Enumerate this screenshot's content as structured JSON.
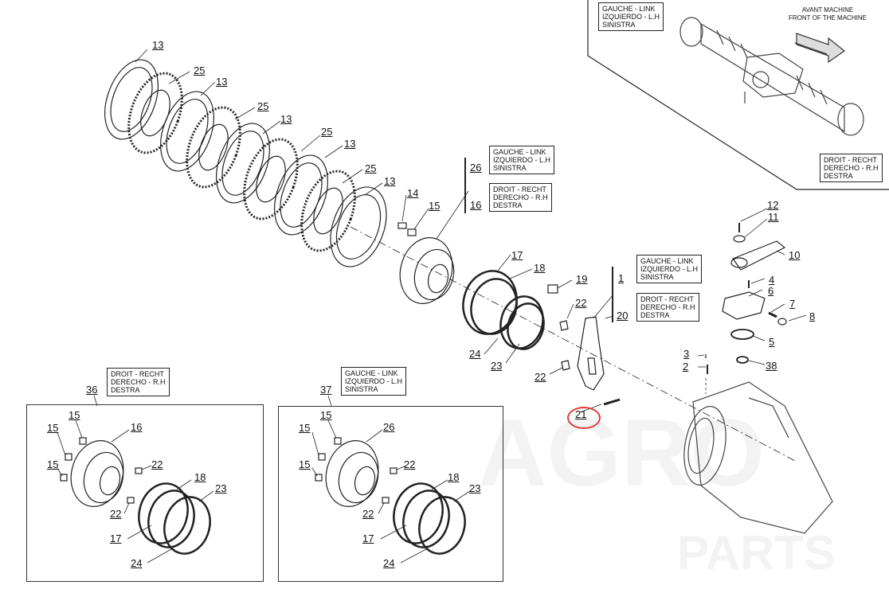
{
  "diagram": {
    "callouts": [
      {
        "id": "c13a",
        "text": "13"
      },
      {
        "id": "c25a",
        "text": "25"
      },
      {
        "id": "c13b",
        "text": "13"
      },
      {
        "id": "c25b",
        "text": "25"
      },
      {
        "id": "c13c",
        "text": "13"
      },
      {
        "id": "c25c",
        "text": "25"
      },
      {
        "id": "c13d",
        "text": "13"
      },
      {
        "id": "c25d",
        "text": "25"
      },
      {
        "id": "c13e",
        "text": "13"
      },
      {
        "id": "c14",
        "text": "14"
      },
      {
        "id": "c15a",
        "text": "15"
      },
      {
        "id": "c26",
        "text": "26"
      },
      {
        "id": "c16",
        "text": "16"
      },
      {
        "id": "c17a",
        "text": "17"
      },
      {
        "id": "c18a",
        "text": "18"
      },
      {
        "id": "c19",
        "text": "19"
      },
      {
        "id": "c1",
        "text": "1"
      },
      {
        "id": "c20",
        "text": "20"
      },
      {
        "id": "c22a",
        "text": "22"
      },
      {
        "id": "c22b",
        "text": "22"
      },
      {
        "id": "c24a",
        "text": "24"
      },
      {
        "id": "c23a",
        "text": "23"
      },
      {
        "id": "c21",
        "text": "21"
      },
      {
        "id": "c12",
        "text": "12"
      },
      {
        "id": "c11",
        "text": "11"
      },
      {
        "id": "c10",
        "text": "10"
      },
      {
        "id": "c4",
        "text": "4"
      },
      {
        "id": "c6",
        "text": "6"
      },
      {
        "id": "c7",
        "text": "7"
      },
      {
        "id": "c8",
        "text": "8"
      },
      {
        "id": "c5",
        "text": "5"
      },
      {
        "id": "c3",
        "text": "3"
      },
      {
        "id": "c2",
        "text": "2"
      },
      {
        "id": "c38",
        "text": "38"
      },
      {
        "id": "c36",
        "text": "36"
      },
      {
        "id": "c15b",
        "text": "15"
      },
      {
        "id": "c15c",
        "text": "15"
      },
      {
        "id": "c16b",
        "text": "16"
      },
      {
        "id": "c15d",
        "text": "15"
      },
      {
        "id": "c22c",
        "text": "22"
      },
      {
        "id": "c18b",
        "text": "18"
      },
      {
        "id": "c23b",
        "text": "23"
      },
      {
        "id": "c22d",
        "text": "22"
      },
      {
        "id": "c17b",
        "text": "17"
      },
      {
        "id": "c24b",
        "text": "24"
      },
      {
        "id": "c37",
        "text": "37"
      },
      {
        "id": "c15e",
        "text": "15"
      },
      {
        "id": "c15f",
        "text": "15"
      },
      {
        "id": "c26b",
        "text": "26"
      },
      {
        "id": "c15g",
        "text": "15"
      },
      {
        "id": "c22e",
        "text": "22"
      },
      {
        "id": "c18c",
        "text": "18"
      },
      {
        "id": "c23c",
        "text": "23"
      },
      {
        "id": "c22f",
        "text": "22"
      },
      {
        "id": "c17c",
        "text": "17"
      },
      {
        "id": "c24c",
        "text": "24"
      }
    ],
    "boxes": {
      "top_left_side": [
        "GAUCHE - LINK",
        "IZQUIERDO - L.H",
        "SINISTRA"
      ],
      "front_machine": [
        "AVANT MACHINE",
        "FRONT OF THE MACHINE"
      ],
      "top_right_side": [
        "DROIT - RECHT",
        "DERECHO - R.H",
        "DESTRA"
      ],
      "set26_left": [
        "GAUCHE - LINK",
        "IZQUIERDO - L.H",
        "SINISTRA"
      ],
      "set16_right": [
        "DROIT - RECHT",
        "DERECHO - R.H",
        "DESTRA"
      ],
      "set1_left": [
        "GAUCHE - LINK",
        "IZQUIERDO - L.H",
        "SINISTRA"
      ],
      "set20_right": [
        "DROIT - RECHT",
        "DERECHO - R.H",
        "DESTRA"
      ],
      "inset36_right": [
        "DROIT - RECHT",
        "DERECHO - R.H",
        "DESTRA"
      ],
      "inset37_left": [
        "GAUCHE - LINK",
        "IZQUIERDO - L.H",
        "SINISTRA"
      ]
    },
    "watermark": {
      "line1": "AGRO",
      "line2": "PARTS"
    },
    "highlight_color": "#e03a3a"
  }
}
